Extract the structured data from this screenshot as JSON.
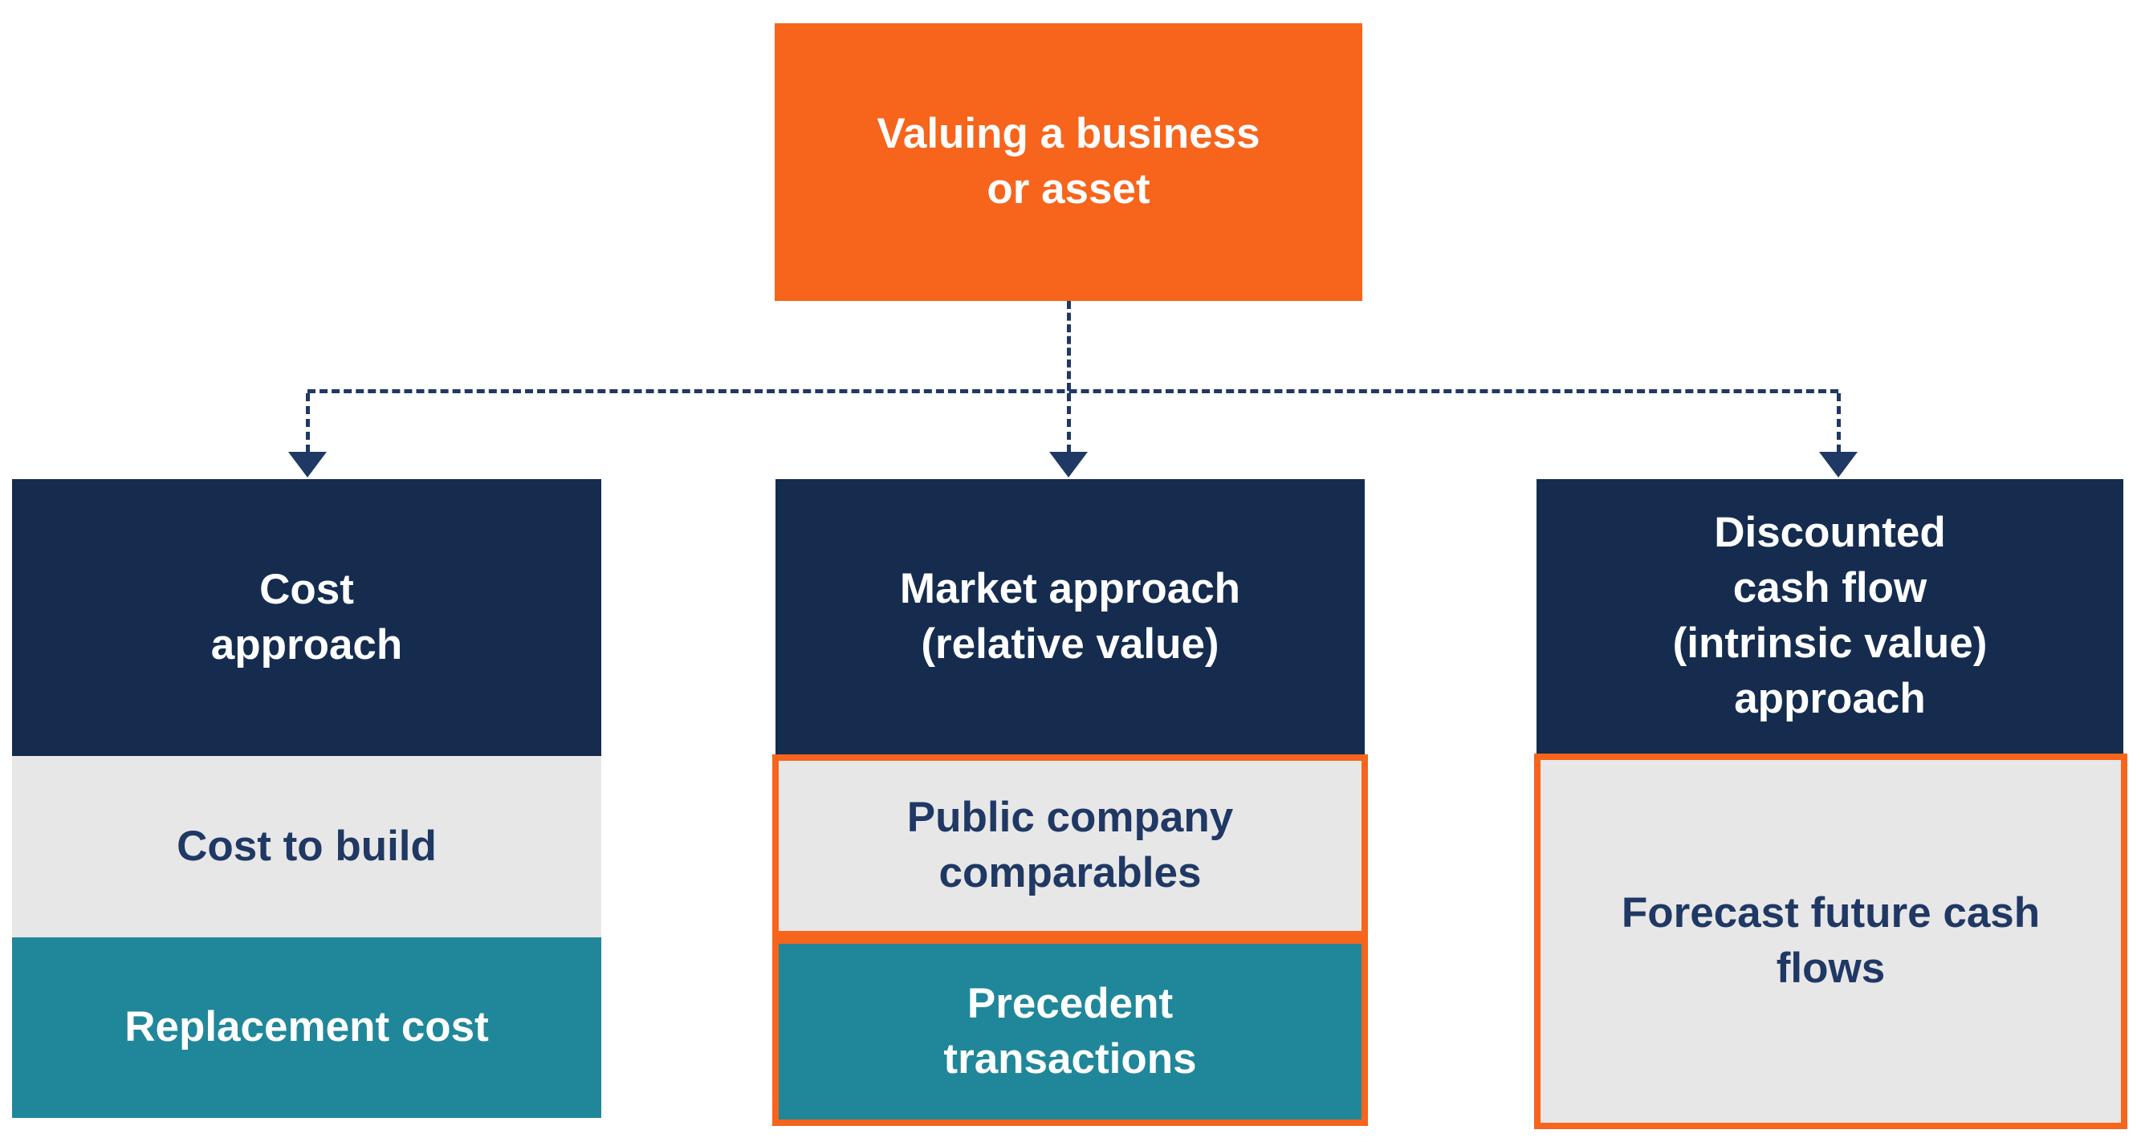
{
  "root_box": {
    "label": "Valuing a business\nor asset"
  },
  "columns": [
    {
      "header": "Cost\napproach",
      "items": [
        {
          "label": "Cost to build",
          "variant": "gray",
          "bordered": false
        },
        {
          "label": "Replacement cost",
          "variant": "teal",
          "bordered": false
        }
      ]
    },
    {
      "header": "Market approach\n(relative value)",
      "items": [
        {
          "label": "Public company\ncomparables",
          "variant": "gray",
          "bordered": true
        },
        {
          "label": "Precedent\ntransactions",
          "variant": "teal",
          "bordered": true
        }
      ]
    },
    {
      "header": "Discounted\ncash flow\n(intrinsic value)\napproach",
      "items": [
        {
          "label": "Forecast future cash\nflows",
          "variant": "gray",
          "bordered": true
        }
      ]
    }
  ],
  "colors": {
    "orange": "#F7641C",
    "navy": "#152C4F",
    "teal": "#20879A",
    "gray": "#E8E7E7",
    "text_navy": "#1F3864",
    "connector": "#1F3864"
  }
}
